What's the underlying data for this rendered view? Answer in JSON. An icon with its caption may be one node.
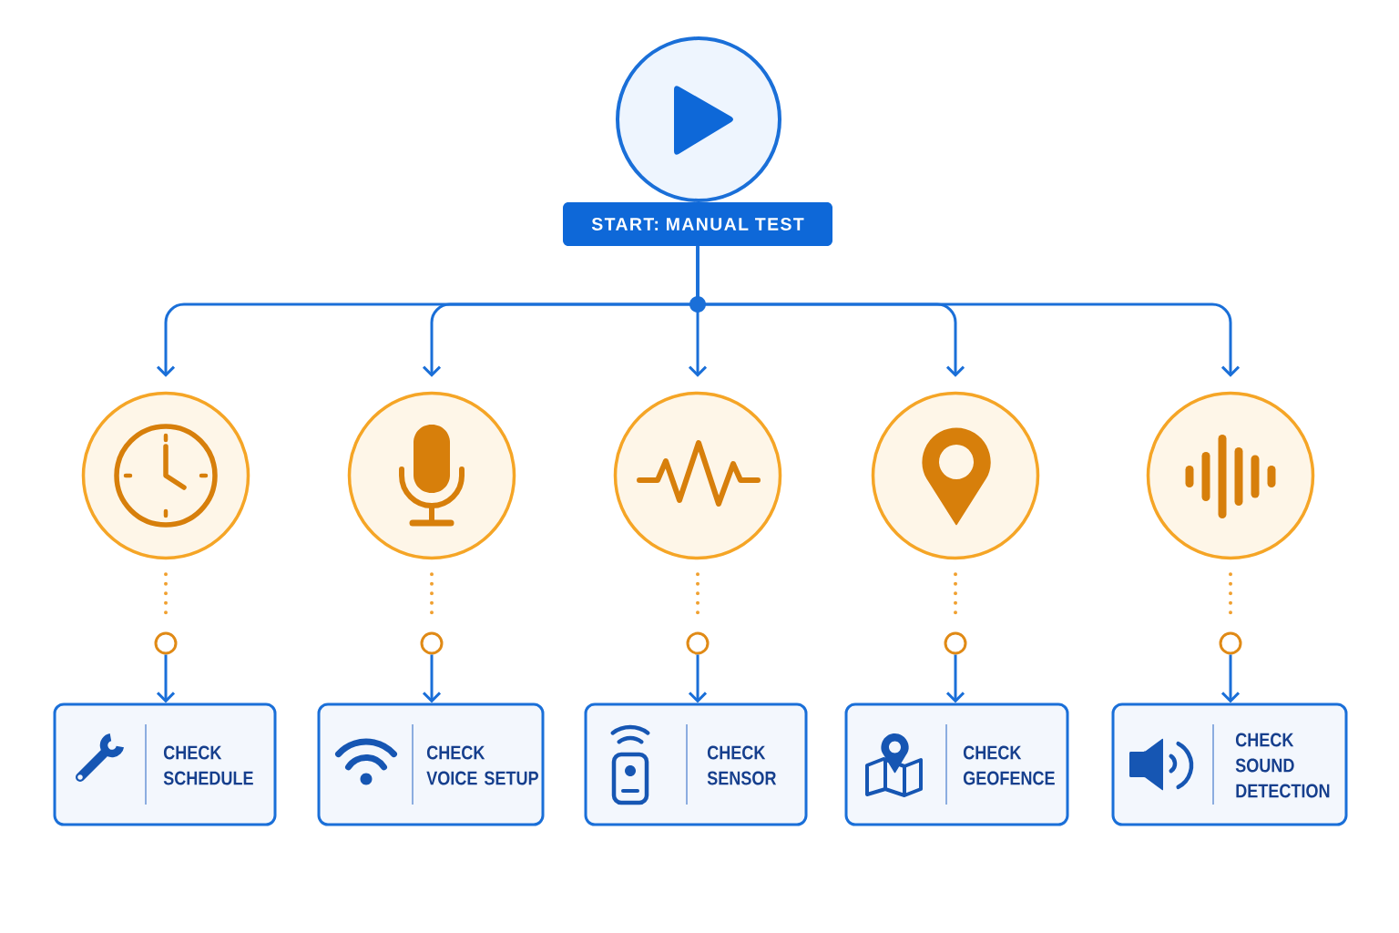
{
  "diagram": {
    "nodes": [
      {
        "text": [],
        "shape": "circle"
      },
      {
        "text": [
          "START: MANUAL TEST"
        ]
      },
      {
        "text": [],
        "shape": "circle"
      },
      {
        "text": [],
        "shape": "circle"
      },
      {
        "text": [],
        "shape": "circle"
      },
      {
        "text": [],
        "shape": "circle"
      },
      {
        "text": [],
        "shape": "circle"
      },
      {
        "text": [],
        "shape": "circle"
      },
      {
        "text": [],
        "shape": "circle"
      },
      {
        "text": [],
        "shape": "circle"
      },
      {
        "text": [],
        "shape": "circle"
      },
      {
        "text": [],
        "shape": "circle"
      },
      {
        "text": [
          "CHECK SCHEDULE"
        ]
      },
      {
        "text": [
          "CHECK VOICE SETUP"
        ]
      },
      {
        "text": [
          "CHECK SENSOR"
        ]
      },
      {
        "text": [
          "CHECK GEOFENCE"
        ]
      },
      {
        "text": [
          "CHECK SOUND DETECTION"
        ]
      }
    ],
    "edges": [
      {
        "from": 1,
        "to": 2,
        "arrow": "to"
      },
      {
        "from": 1,
        "to": 3,
        "arrow": "to"
      },
      {
        "from": 1,
        "to": 4,
        "arrow": "to"
      },
      {
        "from": 1,
        "to": 5,
        "arrow": "to"
      },
      {
        "from": 1,
        "to": 6,
        "arrow": "to"
      },
      {
        "from": 2,
        "to": 7,
        "arrow": "none",
        "style": "dashed",
        "color": "#f0a030"
      },
      {
        "from": 3,
        "to": 8,
        "arrow": "none",
        "style": "dashed",
        "color": "#f0a030"
      },
      {
        "from": 4,
        "to": 9,
        "arrow": "none",
        "style": "dashed",
        "color": "#f0a030"
      },
      {
        "from": 5,
        "to": 10,
        "arrow": "none",
        "style": "dashed",
        "color": "#f0a030"
      },
      {
        "from": 6,
        "to": 11,
        "arrow": "none",
        "style": "dashed",
        "color": "#f0a030"
      },
      {
        "from": 7,
        "to": 12,
        "arrow": "to"
      },
      {
        "from": 8,
        "to": 13,
        "arrow": "to"
      },
      {
        "from": 9,
        "to": 14,
        "arrow": "to"
      },
      {
        "from": 10,
        "to": 15,
        "arrow": "to"
      },
      {
        "from": 11,
        "to": 16,
        "arrow": "to"
      }
    ]
  }
}
